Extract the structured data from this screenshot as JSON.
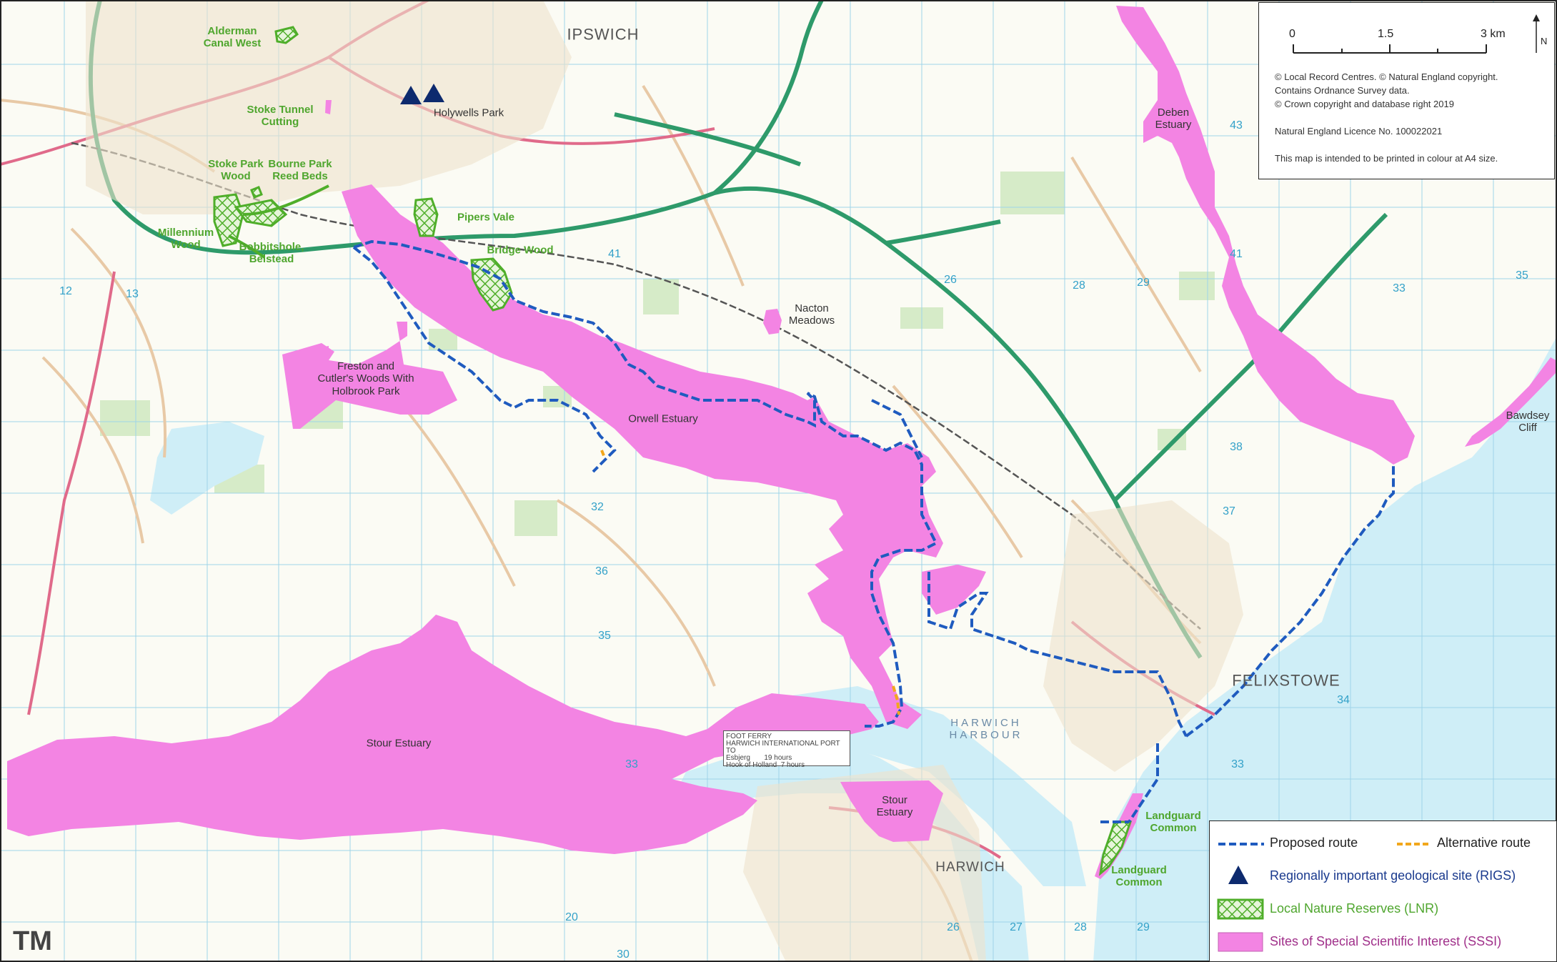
{
  "map": {
    "scale_labels": [
      "0",
      "1.5",
      "3 km"
    ],
    "north_label": "N",
    "grid_letters": "TM",
    "copyright_lines": [
      "© Local Record Centres. © Natural England copyright.",
      "Contains  Ordnance Survey data.",
      "© Crown copyright and database right 2019"
    ],
    "licence": "Natural England Licence No. 100022021",
    "print_note": "This map is intended to be printed in colour at A4 size.",
    "colors": {
      "sssi": "#f384e3",
      "lnr": "#6fc23d",
      "route": "#1f5bbf",
      "alt_route": "#f2a71c",
      "rigs": "#0d2a6e",
      "sea": "#cfeef7"
    }
  },
  "labels": {
    "alderman": "Alderman\nCanal West",
    "stoke_tunnel": "Stoke Tunnel\nCutting",
    "holywells": "Holywells Park",
    "stoke_park": "Stoke Park\nWood",
    "bourne_park": "Bourne Park\nReed Beds",
    "millennium": "Millennium\nWood",
    "bobbitshole": "Bobbitshole,\nBelstead",
    "pipers_vale": "Pipers Vale",
    "bridge_wood": "Bridge Wood",
    "nacton": "Nacton\nMeadows",
    "freston": "Freston and\nCutler's Woods With\nHolbrook Park",
    "orwell": "Orwell Estuary",
    "deben": "Deben\nEstuary",
    "bawdsey": "Bawdsey\nCliff",
    "stour_main": "Stour Estuary",
    "stour_small": "Stour\nEstuary",
    "landguard_1": "Landguard\nCommon",
    "landguard_2": "Landguard\nCommon",
    "felixstowe": "FELIXSTOWE",
    "harwich": "HARWICH",
    "ipswich": "IPSWICH",
    "harwich_harbour": "HARWICH\nHARBOUR"
  },
  "legend": {
    "items": [
      {
        "key": "proposed",
        "label": "Proposed route"
      },
      {
        "key": "alternative",
        "label": "Alternative route"
      },
      {
        "key": "rigs",
        "label": "Regionally important geological site (RIGS)"
      },
      {
        "key": "lnr",
        "label": "Local Nature Reserves (LNR)"
      },
      {
        "key": "sssi",
        "label": "Sites of Special Scientific Interest (SSSI)"
      }
    ]
  }
}
